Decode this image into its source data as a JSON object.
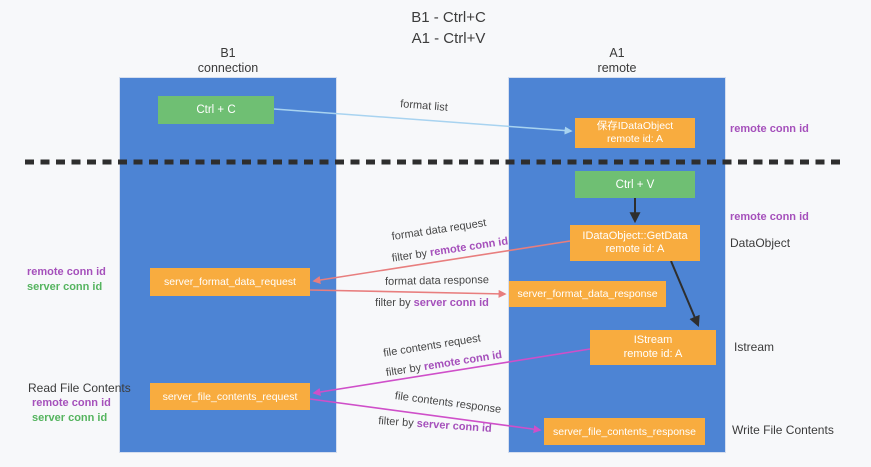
{
  "title": {
    "line1": "B1 - Ctrl+C",
    "line2": "A1 - Ctrl+V"
  },
  "columns": {
    "left": {
      "title": "B1",
      "subtitle": "connection"
    },
    "right": {
      "title": "A1",
      "subtitle": "remote"
    }
  },
  "boxes": {
    "ctrl_c": {
      "label": "Ctrl + C"
    },
    "save_dataobject": {
      "line1": "保存IDataObject",
      "line2": "remote id: A"
    },
    "ctrl_v": {
      "label": "Ctrl + V"
    },
    "getdata": {
      "line1": "IDataObject::GetData",
      "line2": "remote id: A"
    },
    "format_request": {
      "label": "server_format_data_request"
    },
    "format_response": {
      "label": "server_format_data_response"
    },
    "istream": {
      "line1": "IStream",
      "line2": "remote id: A"
    },
    "file_request": {
      "label": "server_file_contents_request"
    },
    "file_response": {
      "label": "server_file_contents_response"
    }
  },
  "arrows": {
    "format_list": {
      "label": "format list"
    },
    "format_request": {
      "line1": "format data request",
      "filter_prefix": "filter by ",
      "filter_key": "remote conn id"
    },
    "format_response": {
      "line1": "format data response",
      "filter_prefix": "filter by ",
      "filter_key": "server conn id"
    },
    "file_request": {
      "line1": "file contents request",
      "filter_prefix": "filter by ",
      "filter_key": "remote conn id"
    },
    "file_response": {
      "line1": "file contents response",
      "filter_prefix": "filter by ",
      "filter_key": "server conn id"
    }
  },
  "side_labels": {
    "right_remote_conn_top": "remote conn id",
    "right_remote_conn_mid": "remote conn id",
    "dataobject": "DataObject",
    "istream": "Istream",
    "write_file_contents": "Write File Contents",
    "left_remote_conn_1": "remote conn id",
    "left_server_conn_1": "server conn id",
    "read_file_contents": "Read File Contents",
    "left_remote_conn_2": "remote conn id",
    "left_server_conn_2": "server conn id"
  },
  "colors": {
    "background": "#f7f8fa",
    "column_blue": "#4d84d4",
    "box_green": "#6fbf73",
    "box_orange": "#f8ac3f",
    "label_purple": "#a550bb",
    "label_green": "#55b45f",
    "arrow_red": "#e87e7e",
    "arrow_magenta": "#cf4fc9",
    "arrow_lightblue": "#a8d3f0",
    "arrow_black": "#2e2e2e"
  }
}
